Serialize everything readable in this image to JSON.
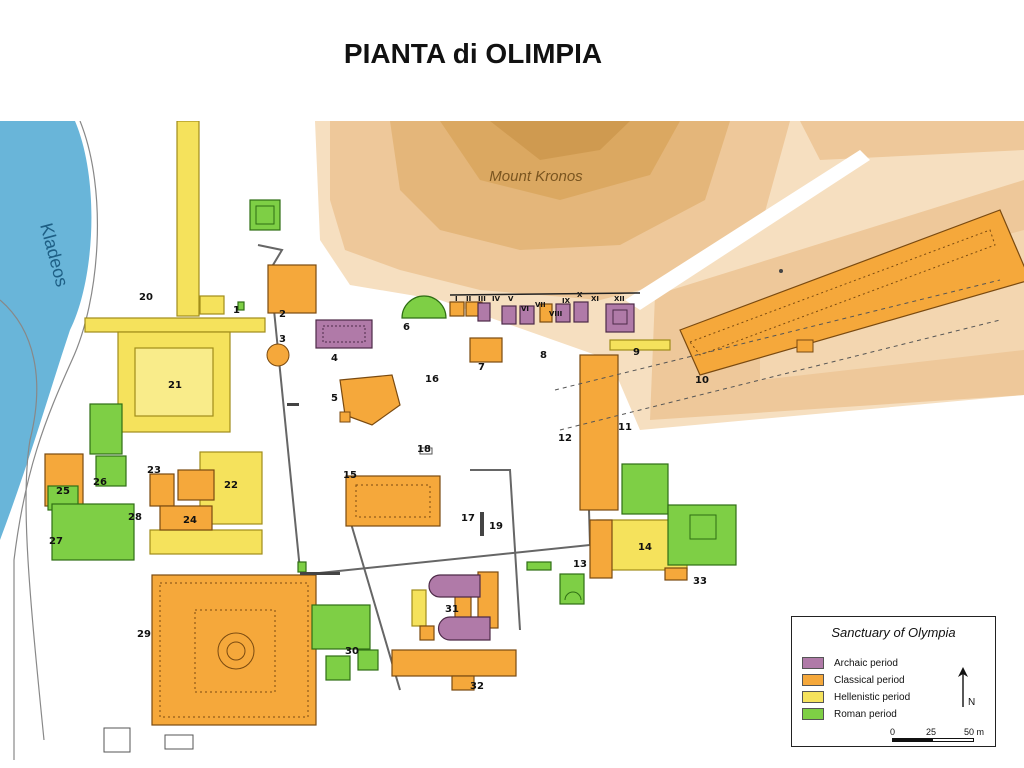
{
  "title": "PIANTA di OLIMPIA",
  "labels": {
    "river": "Kladeos",
    "mount": "Mount Kronos"
  },
  "colors": {
    "archaic": "#b07aa8",
    "classical": "#f5a83b",
    "hellenistic": "#f5e25c",
    "roman": "#7ecf45",
    "river": "#69b5d9",
    "hill_light": "#f6dfc0",
    "hill_mid": "#eec89a",
    "hill_dark": "#e0ad68"
  },
  "numbers": {
    "n1": "1",
    "n2": "2",
    "n3": "3",
    "n4": "4",
    "n5": "5",
    "n6": "6",
    "n7": "7",
    "n8": "8",
    "n9": "9",
    "n10": "10",
    "n11": "11",
    "n12": "12",
    "n13": "13",
    "n14": "14",
    "n15": "15",
    "n16": "16",
    "n17": "17",
    "n18": "18",
    "n19": "19",
    "n20": "20",
    "n21": "21",
    "n22": "22",
    "n23": "23",
    "n24": "24",
    "n25": "25",
    "n26": "26",
    "n27": "27",
    "n28": "28",
    "n29": "29",
    "n30": "30",
    "n31": "31",
    "n32": "32",
    "n33": "33"
  },
  "treasuries": [
    "I",
    "II",
    "III",
    "IV",
    "V",
    "VI",
    "VII",
    "VIII",
    "IX",
    "X",
    "XI",
    "XII"
  ],
  "legend": {
    "title": "Sanctuary of Olympia",
    "items": [
      {
        "label": "Archaic period",
        "color": "#b07aa8"
      },
      {
        "label": "Classical period",
        "color": "#f5a83b"
      },
      {
        "label": "Hellenistic period",
        "color": "#f5e25c"
      },
      {
        "label": "Roman period",
        "color": "#7ecf45"
      }
    ],
    "north": "N",
    "scale": [
      "0",
      "25",
      "50 m"
    ]
  }
}
